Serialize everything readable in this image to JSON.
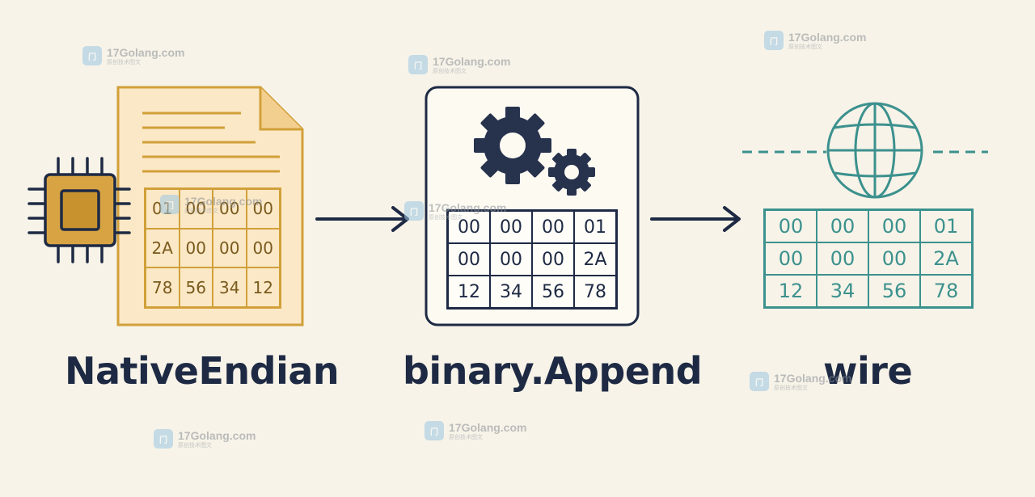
{
  "diagram": {
    "stages": [
      {
        "id": "native",
        "label": "NativeEndian",
        "bytes": [
          [
            "01",
            "00",
            "00",
            "00"
          ],
          [
            "2A",
            "00",
            "00",
            "00"
          ],
          [
            "78",
            "56",
            "34",
            "12"
          ]
        ]
      },
      {
        "id": "append",
        "label": "binary.Append",
        "bytes": [
          [
            "00",
            "00",
            "00",
            "01"
          ],
          [
            "00",
            "00",
            "00",
            "2A"
          ],
          [
            "12",
            "34",
            "56",
            "78"
          ]
        ]
      },
      {
        "id": "wire",
        "label": "wire",
        "bytes": [
          [
            "00",
            "00",
            "00",
            "01"
          ],
          [
            "00",
            "00",
            "00",
            "2A"
          ],
          [
            "12",
            "34",
            "56",
            "78"
          ]
        ]
      }
    ],
    "icons": [
      "cpu-chip-icon",
      "document-icon",
      "gears-icon",
      "globe-icon",
      "arrow-right-icon"
    ],
    "colors": {
      "native": "#d1a03a",
      "append": "#1e2a44",
      "wire": "#3c918e",
      "background": "#f7f3e8"
    }
  },
  "watermark": {
    "text": "17Golang.com",
    "subtext": "原创技术图文",
    "logo_text": "门"
  }
}
